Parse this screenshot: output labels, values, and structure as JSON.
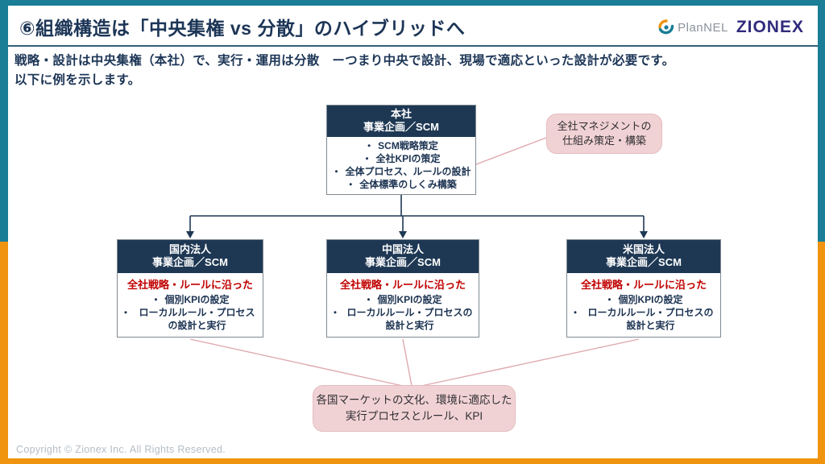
{
  "colors": {
    "frame_teal": "#1a7e96",
    "frame_orange": "#f0940f",
    "header_navy": "#1e3854",
    "title_navy": "#1c3556",
    "accent_red": "#c00000",
    "callout_pink": "#f1d2d4",
    "pink_line": "#dfa9ae",
    "zionex_indigo": "#312b7d"
  },
  "glyphs": {
    "bullet": "・"
  },
  "header": {
    "title": "⑥組織構造は「中央集権 vs 分散」のハイブリッドへ",
    "logos": {
      "plannel": "PlanNEL",
      "zionex": "ZIONEX"
    }
  },
  "intro": {
    "line1": "戦略・設計は中央集権（本社）で、実行・運用は分散　ーつまり中央で設計、現場で適応といった設計が必要です。",
    "line2": "以下に例を示します。"
  },
  "diagram": {
    "hq": {
      "name": "本社",
      "dept": "事業企画／SCM",
      "items": [
        "SCM戦略策定",
        "全社KPIの策定",
        "全体プロセス、ルールの設計",
        "全体標準のしくみ構築"
      ]
    },
    "callout_top": {
      "line1": "全社マネジメントの",
      "line2": "仕組み策定・構築"
    },
    "branches": [
      {
        "name": "国内法人",
        "dept": "事業企画／SCM",
        "note": "全社戦略・ルールに沿った",
        "items": [
          "個別KPIの設定",
          "ローカルルール・プロセスの設計と実行"
        ]
      },
      {
        "name": "中国法人",
        "dept": "事業企画／SCM",
        "note": "全社戦略・ルールに沿った",
        "items": [
          "個別KPIの設定",
          "ローカルルール・プロセスの設計と実行"
        ]
      },
      {
        "name": "米国法人",
        "dept": "事業企画／SCM",
        "note": "全社戦略・ルールに沿った",
        "items": [
          "個別KPIの設定",
          "ローカルルール・プロセスの設計と実行"
        ]
      }
    ],
    "callout_bottom": {
      "line1": "各国マーケットの文化、環境に適応した",
      "line2": "実行プロセスとルール、KPI"
    }
  },
  "footer": {
    "copyright": "Copyright © Zionex Inc. All Rights Reserved."
  }
}
